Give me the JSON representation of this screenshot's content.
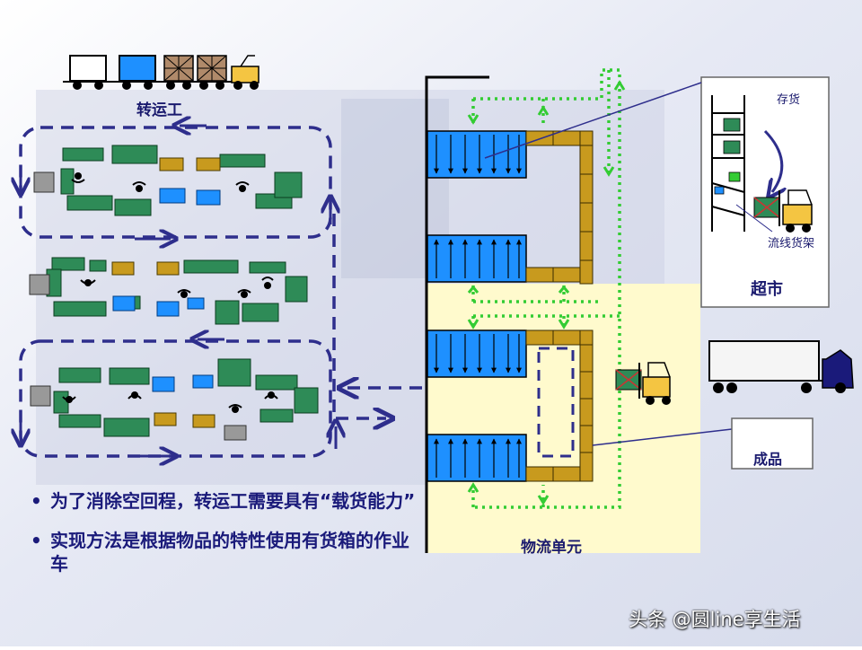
{
  "labels": {
    "transporter": "转运工",
    "supermarket": "超市",
    "inventory": "存货",
    "flow_rack": "流线货架",
    "finished_goods": "成品",
    "logistics_unit": "物流单元"
  },
  "bullets": [
    "为了消除空回程，转运工需要具有“载货能力”",
    "实现方法是根据物品的特性使用有货箱的作业车"
  ],
  "watermark": "头条 @圆line享生活",
  "colors": {
    "navy_dashed": "#2e2e8c",
    "green_dotted": "#33cc33",
    "machine_green": "#2e8b57",
    "storage_blue": "#1e90ff",
    "gold": "#c89a1e",
    "cream": "#fffacd"
  },
  "icons": [
    "tugger-train-icon",
    "forklift-icon",
    "truck-icon",
    "operator-icon"
  ]
}
